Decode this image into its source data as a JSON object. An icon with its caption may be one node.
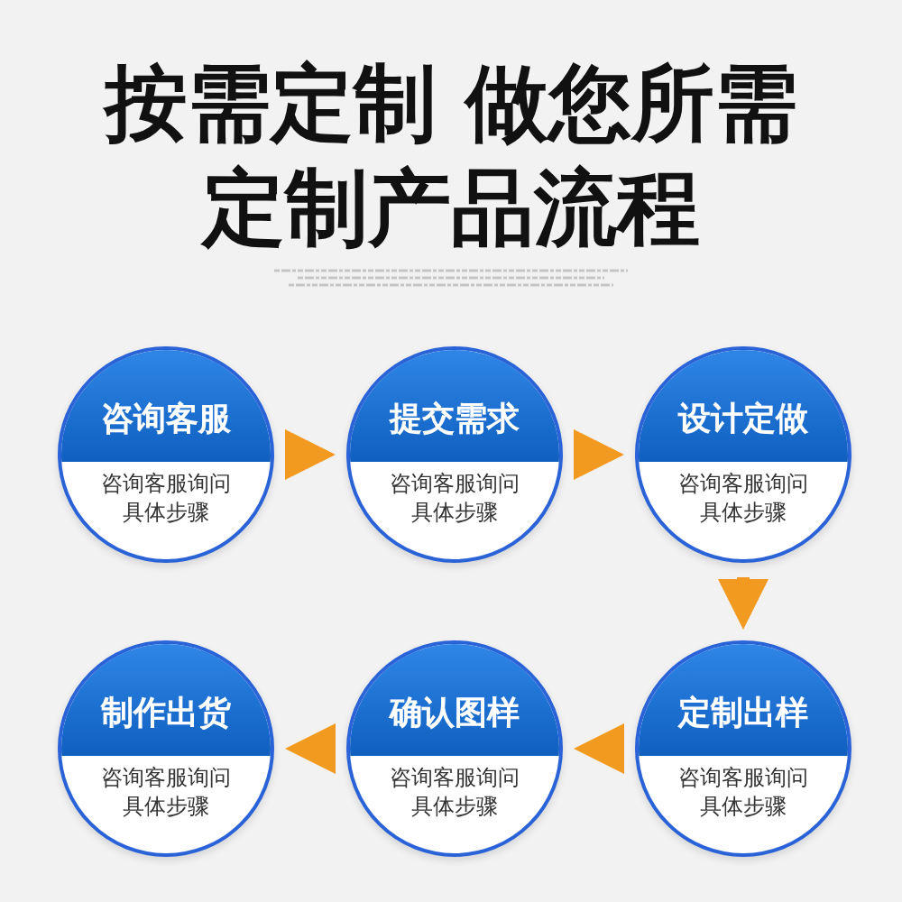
{
  "diagram": {
    "title": "按需定制 做您所需定制产品流程",
    "nodes": [
      {
        "text": [
          "咨询客服",
          "咨询客服询问具体步骤"
        ]
      },
      {
        "text": [
          "提交需求",
          "咨询客服询问具体步骤"
        ]
      },
      {
        "text": [
          "设计定做",
          "咨询客服询问具体步骤"
        ]
      },
      {
        "text": [
          "定制出样",
          "咨询客服询问具体步骤"
        ]
      },
      {
        "text": [
          "确认图样",
          "咨询客服询问具体步骤"
        ]
      },
      {
        "text": [
          "制作出货",
          "咨询客服询问具体步骤"
        ]
      }
    ],
    "edges": [
      {
        "from": 0,
        "to": 1,
        "arrow": "to"
      },
      {
        "from": 1,
        "to": 2,
        "arrow": "to"
      },
      {
        "from": 2,
        "to": 3,
        "arrow": "to"
      },
      {
        "from": 3,
        "to": 4,
        "arrow": "to"
      },
      {
        "from": 4,
        "to": 5,
        "arrow": "to"
      }
    ]
  }
}
